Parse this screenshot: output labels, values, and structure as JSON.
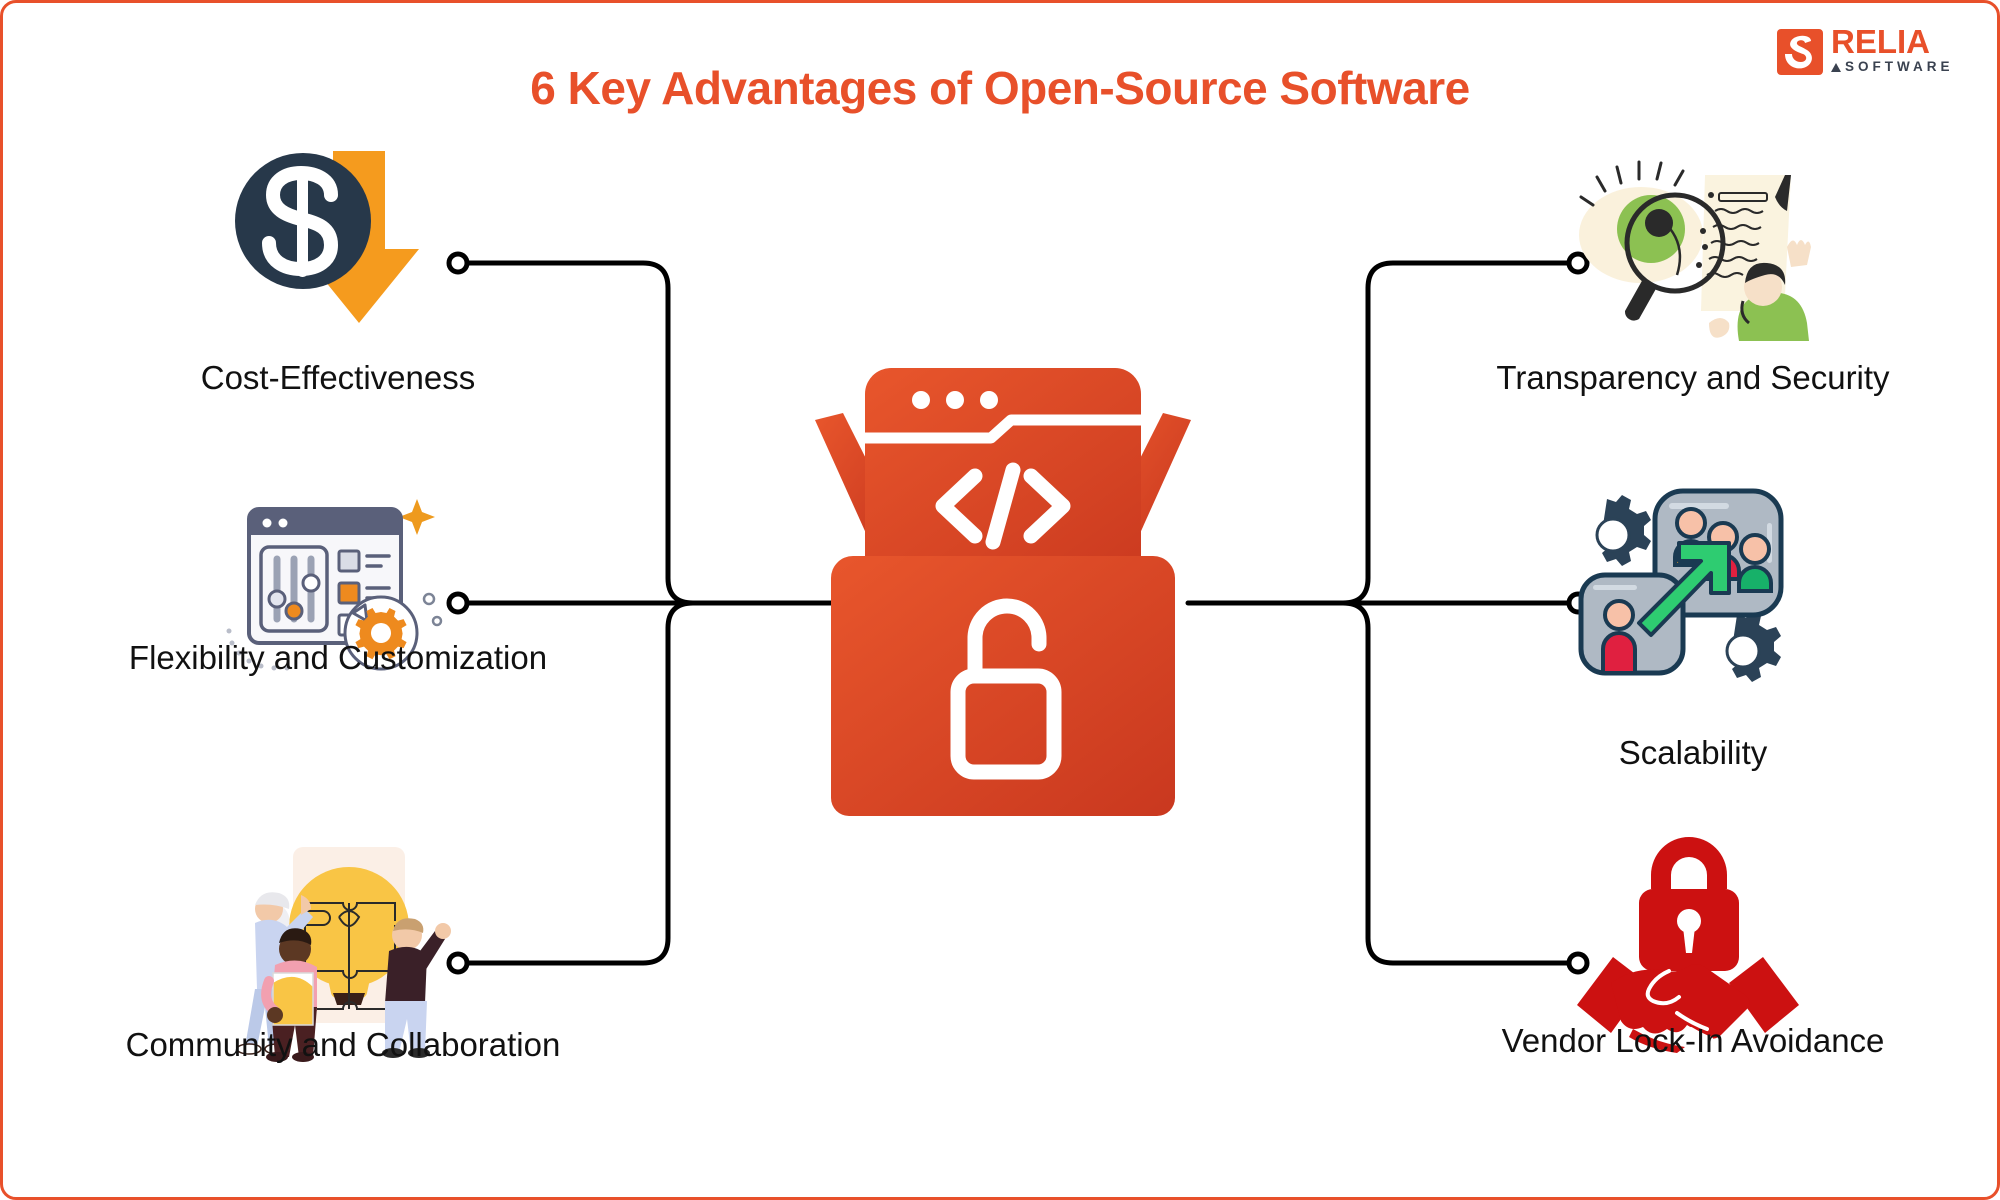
{
  "header": {
    "title": "6 Key Advantages of Open-Source Software",
    "title_color": "#E8502A",
    "logo": {
      "mark": "relia-s-mark",
      "name": "RELIA",
      "tagline": "SOFTWARE"
    }
  },
  "center": {
    "icon": "open-source-box-icon",
    "description": "Open box with browser window showing code brackets and an unlocked padlock",
    "colors": {
      "box": "#D94426",
      "accent": "#E8502A"
    }
  },
  "nodes": [
    {
      "id": "cost-effectiveness",
      "label": "Cost-Effectiveness",
      "side": "left",
      "icon": "dollar-coin-down-arrow-icon",
      "colors": {
        "coin": "#27384A",
        "arrow": "#F59B1E"
      }
    },
    {
      "id": "flexibility-and-customization",
      "label": "Flexibility and Customization",
      "side": "left",
      "icon": "settings-sliders-gear-icon",
      "colors": {
        "frame": "#5A607A",
        "accent": "#EE8A1E"
      }
    },
    {
      "id": "community-and-collaboration",
      "label": "Community and Collaboration",
      "side": "left",
      "icon": "people-lightbulb-puzzle-icon",
      "colors": {
        "puzzle": "#F9C545",
        "backdrop": "#FBEFE6"
      }
    },
    {
      "id": "transparency-and-security",
      "label": "Transparency and Security",
      "side": "right",
      "icon": "eye-magnifier-document-icon",
      "colors": {
        "eye": "#8CC152",
        "paper": "#FAF3DF"
      }
    },
    {
      "id": "scalability",
      "label": "Scalability",
      "side": "right",
      "icon": "users-growth-gears-icon",
      "colors": {
        "panel": "#AFB9C4",
        "arrow": "#2ECC71",
        "gear": "#2B4257"
      }
    },
    {
      "id": "vendor-lock-in-avoidance",
      "label": "Vendor Lock-In Avoidance",
      "side": "right",
      "icon": "padlock-handshake-icon",
      "colors": {
        "red": "#CC1111"
      }
    }
  ],
  "connectors": {
    "line_color": "#000000",
    "line_width": 5,
    "endpoint_marker": "open-circle"
  },
  "frame": {
    "border_color": "#E8502A"
  }
}
